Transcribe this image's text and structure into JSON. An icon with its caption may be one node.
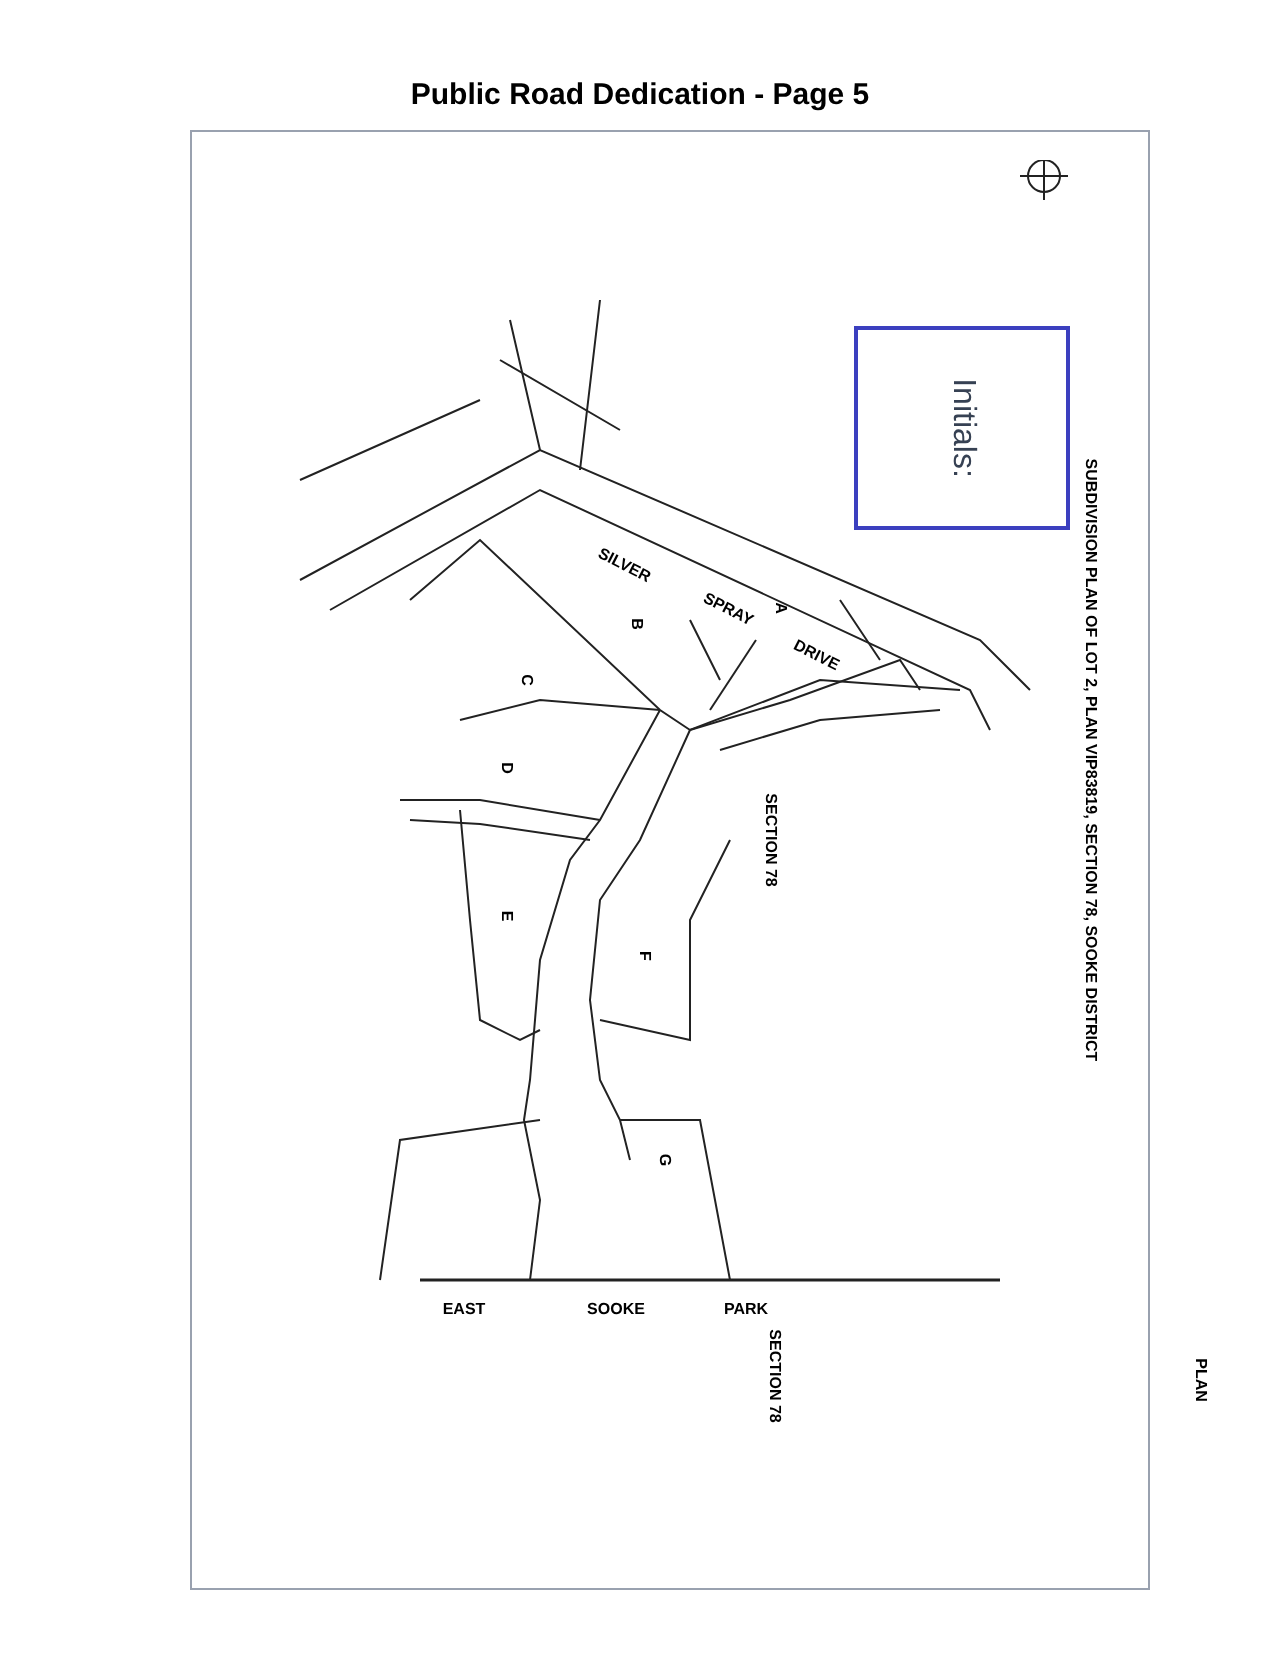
{
  "diagram": {
    "title": "Public Road Dedication - Page 5",
    "nodes": [
      {
        "text": [
          "Initials:"
        ]
      }
    ],
    "labels": [
      "SUBDIVISION PLAN OF LOT 2, PLAN VIP83819, SECTION 78, SOOKE DISTRICT",
      "SILVER",
      "SPRAY",
      "DRIVE",
      "A",
      "B",
      "C",
      "D",
      "E",
      "F",
      "G",
      "SECTION 78",
      "EAST",
      "SOOKE",
      "PARK",
      "SECTION 78",
      "PLAN"
    ]
  }
}
